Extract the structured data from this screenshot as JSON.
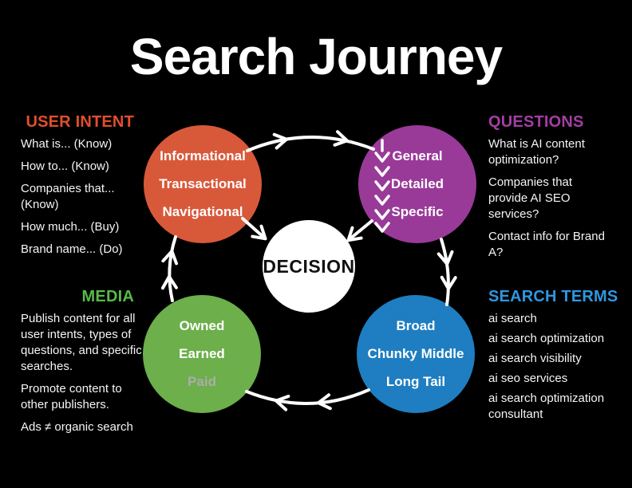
{
  "title": "Search Journey",
  "colors": {
    "background": "#000000",
    "intent_circle": "#d8593a",
    "intent_heading": "#e24e2b",
    "questions_circle": "#993a99",
    "questions_heading": "#a33ea3",
    "media_circle": "#6caf4b",
    "media_heading": "#57bb46",
    "search_circle": "#1e7ec1",
    "search_heading": "#2f97e0",
    "arrows": "#ffffff",
    "muted_text": "#acacac"
  },
  "sections": {
    "user_intent": {
      "heading": "USER INTENT",
      "items": [
        "What is... (Know)",
        "How to... (Know)",
        "Companies that... (Know)",
        "How much... (Buy)",
        "Brand name... (Do)"
      ]
    },
    "questions": {
      "heading": "QUESTIONS",
      "items": [
        "What is AI content optimization?",
        "Companies that provide AI SEO services?",
        "Contact info for Brand A?"
      ]
    },
    "media": {
      "heading": "MEDIA",
      "items": [
        "Publish content for all user intents, types of questions, and specific searches.",
        "Promote content to other publishers.",
        "Ads ≠ organic search"
      ]
    },
    "search_terms": {
      "heading": "SEARCH TERMS",
      "items": [
        "ai search",
        "ai search optimization",
        "ai search visibility",
        "ai seo services",
        "ai search optimization consultant"
      ]
    }
  },
  "circles": {
    "intent": {
      "lines": [
        "Informational",
        "Transactional",
        "Navigational"
      ]
    },
    "question_depth": {
      "lines": [
        "General",
        "Detailed",
        "Specific"
      ]
    },
    "media_types": {
      "lines": [
        "Owned",
        "Earned",
        "Paid"
      ]
    },
    "search_scope": {
      "lines": [
        "Broad",
        "Chunky Middle",
        "Long Tail"
      ]
    },
    "decision": {
      "label": "DECISION"
    }
  }
}
